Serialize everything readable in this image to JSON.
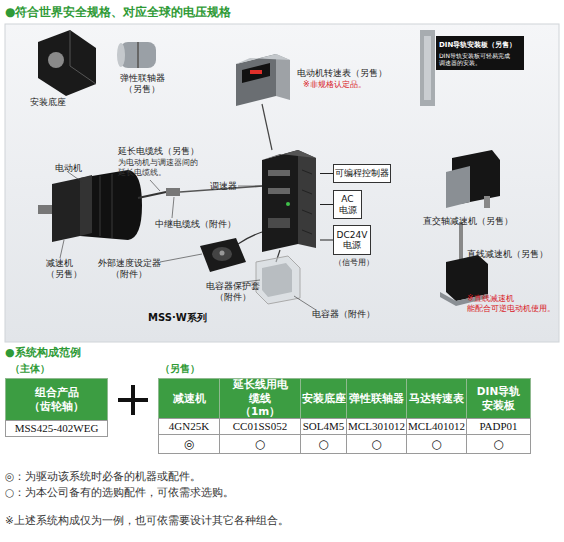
{
  "diagram": {
    "title": "●符合世界安全规格、对应全球的电压规格",
    "nodes": [
      {
        "text": [
          "DIN导轨安装板（另售）",
          "DIN导轨安装板可轻易完成 调速器的安装。"
        ]
      },
      {
        "text": [
          "调速器"
        ]
      },
      {
        "text": [
          "可编程控制器"
        ]
      },
      {
        "text": [
          "AC 电源"
        ]
      },
      {
        "text": [
          "DC24V 电源",
          "（信号用）"
        ]
      }
    ],
    "edges": [
      {
        "from": 1,
        "to": 2,
        "arrow": "none"
      },
      {
        "from": 1,
        "to": 3,
        "arrow": "none"
      },
      {
        "from": 1,
        "to": 4,
        "arrow": "none"
      }
    ],
    "labels": [
      "安装底座",
      "弹性联轴器 （另售）",
      "电动机转速表（另售）",
      "※非规格认定品。",
      "延长电缆线（另售）",
      "为电动机与调速器间的 延长电缆线。",
      "电动机",
      "中继电缆线（附件）",
      "减速机 （另售）",
      "外部速度设定器 （附件）",
      "电容器保护套 （附件）",
      "电容器（附件）",
      "MSS·W系列",
      "直交轴减速机（另售）",
      "直线减速机（另售）",
      "※直线减速机 能配合可逆电动机使用。",
      "●系统构成范例",
      "（主体）",
      "（另售）",
      "组合产品 （齿轮轴）",
      "MSS425-402WEG",
      "减速机",
      "延长线用电缆线（1m）",
      "安装底座",
      "弹性联轴器",
      "马达转速表",
      "DIN导轨安装板",
      "4GN25K",
      "CC01SS052",
      "SOL4M5",
      "MCL301012",
      "MCL401012",
      "PADP01",
      "◎",
      "○",
      "○",
      "○",
      "○",
      "○",
      "◎：为驱动该系统时必备的机器或配件。",
      "○：为本公司备有的选购配件，可依需求选购。",
      "※上述系统构成仅为一例，也可依需要设计其它各种组合。"
    ]
  }
}
